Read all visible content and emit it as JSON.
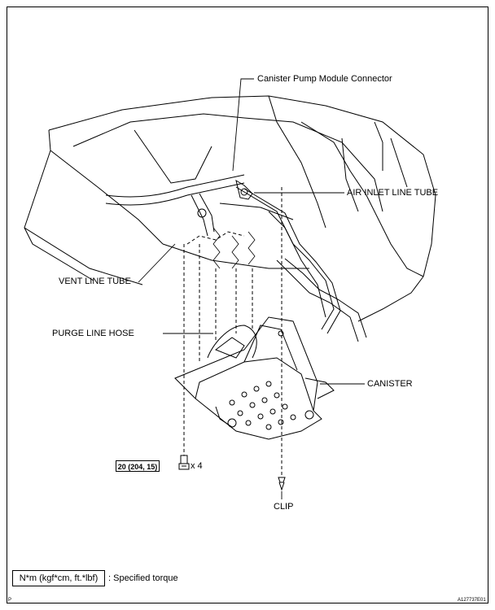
{
  "labels": {
    "canister_pump_module_connector": "Canister Pump Module Connector",
    "air_inlet_line_tube": "AIR INLET LINE TUBE",
    "vent_line_tube": "VENT LINE TUBE",
    "purge_line_hose": "PURGE LINE HOSE",
    "canister": "CANISTER",
    "clip": "CLIP"
  },
  "torque": {
    "value": "20 (204, 15)",
    "quantity": "x 4"
  },
  "legend": {
    "unit_box": "N*m (kgf*cm, ft.*lbf)",
    "description": ": Specified torque"
  },
  "footer": {
    "left_mark": "P",
    "figure_id": "A127737E01"
  }
}
